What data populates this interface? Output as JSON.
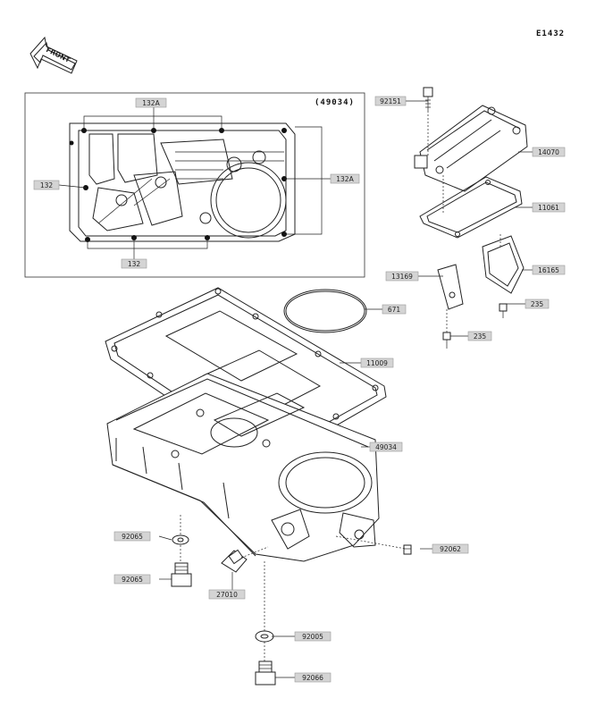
{
  "diagram": {
    "code": "E1432",
    "front_label": "FRONT",
    "inset_label": "(49034)",
    "labels": {
      "p132A_top": "132A",
      "p132A_right": "132A",
      "p132_left": "132",
      "p132_bottom": "132",
      "p92151": "92151",
      "p14070": "14070",
      "p11061": "11061",
      "p16165": "16165",
      "p13169": "13169",
      "p235_a": "235",
      "p235_b": "235",
      "p671": "671",
      "p11009": "11009",
      "p49034": "49034",
      "p92065_a": "92065",
      "p92065_b": "92065",
      "p92062": "92062",
      "p27010": "27010",
      "p92005": "92005",
      "p92066": "92066"
    }
  }
}
